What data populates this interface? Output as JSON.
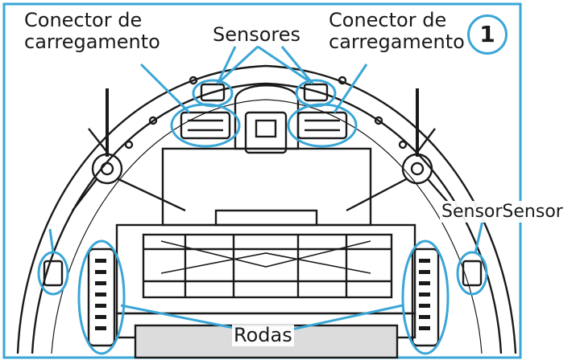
{
  "figure_number": "1",
  "labels": {
    "connector_left": [
      "Conector de",
      "carregamento"
    ],
    "sensors_top": "Sensores",
    "connector_right": [
      "Conector de",
      "carregamento"
    ],
    "sensor_right": "SensorSensor",
    "wheels": "Rodas"
  },
  "colors": {
    "callout": "#3aa6d6",
    "drawing": "#1a1a1a",
    "frame": "#3aa6d6"
  }
}
